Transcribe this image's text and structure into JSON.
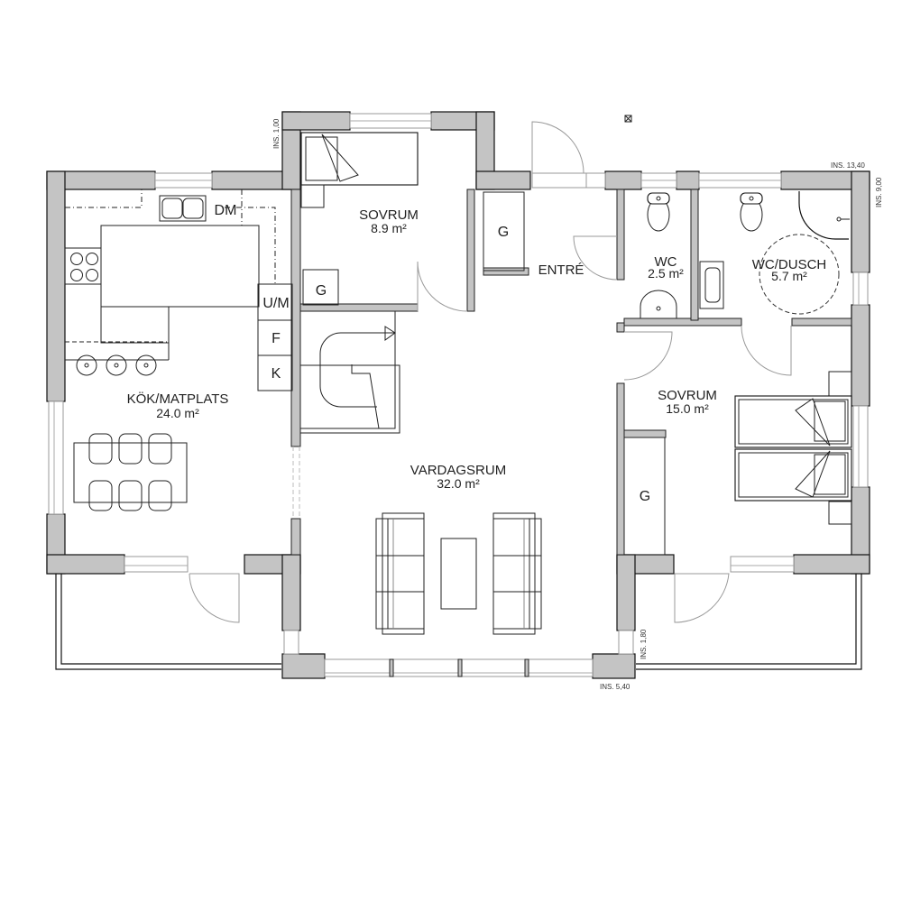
{
  "floorplan": {
    "rooms": [
      {
        "id": "kok",
        "name": "KÖK/MATPLATS",
        "area": "24.0 m²"
      },
      {
        "id": "sovrum1",
        "name": "SOVRUM",
        "area": "8.9 m²"
      },
      {
        "id": "entre",
        "name": "ENTRÉ",
        "area": ""
      },
      {
        "id": "wc",
        "name": "WC",
        "area": "2.5 m²"
      },
      {
        "id": "wcdusch",
        "name": "WC/DUSCH",
        "area": "5.7 m²"
      },
      {
        "id": "vardagsrum",
        "name": "VARDAGSRUM",
        "area": "32.0 m²"
      },
      {
        "id": "sovrum2",
        "name": "SOVRUM",
        "area": "15.0 m²"
      }
    ],
    "appliances": {
      "dm": "DM",
      "um": "U/M",
      "f": "F",
      "k": "K",
      "wardrobe": "G"
    },
    "dimensions": {
      "ins_1_00": "INS. 1,00",
      "ins_13_40": "INS. 13,40",
      "ins_9_00": "INS. 9,00",
      "ins_1_80": "INS. 1,80",
      "ins_5_40": "INS. 5,40"
    },
    "colors": {
      "wall": "#c4c4c4",
      "outline": "#111111",
      "window": "#999999"
    }
  }
}
